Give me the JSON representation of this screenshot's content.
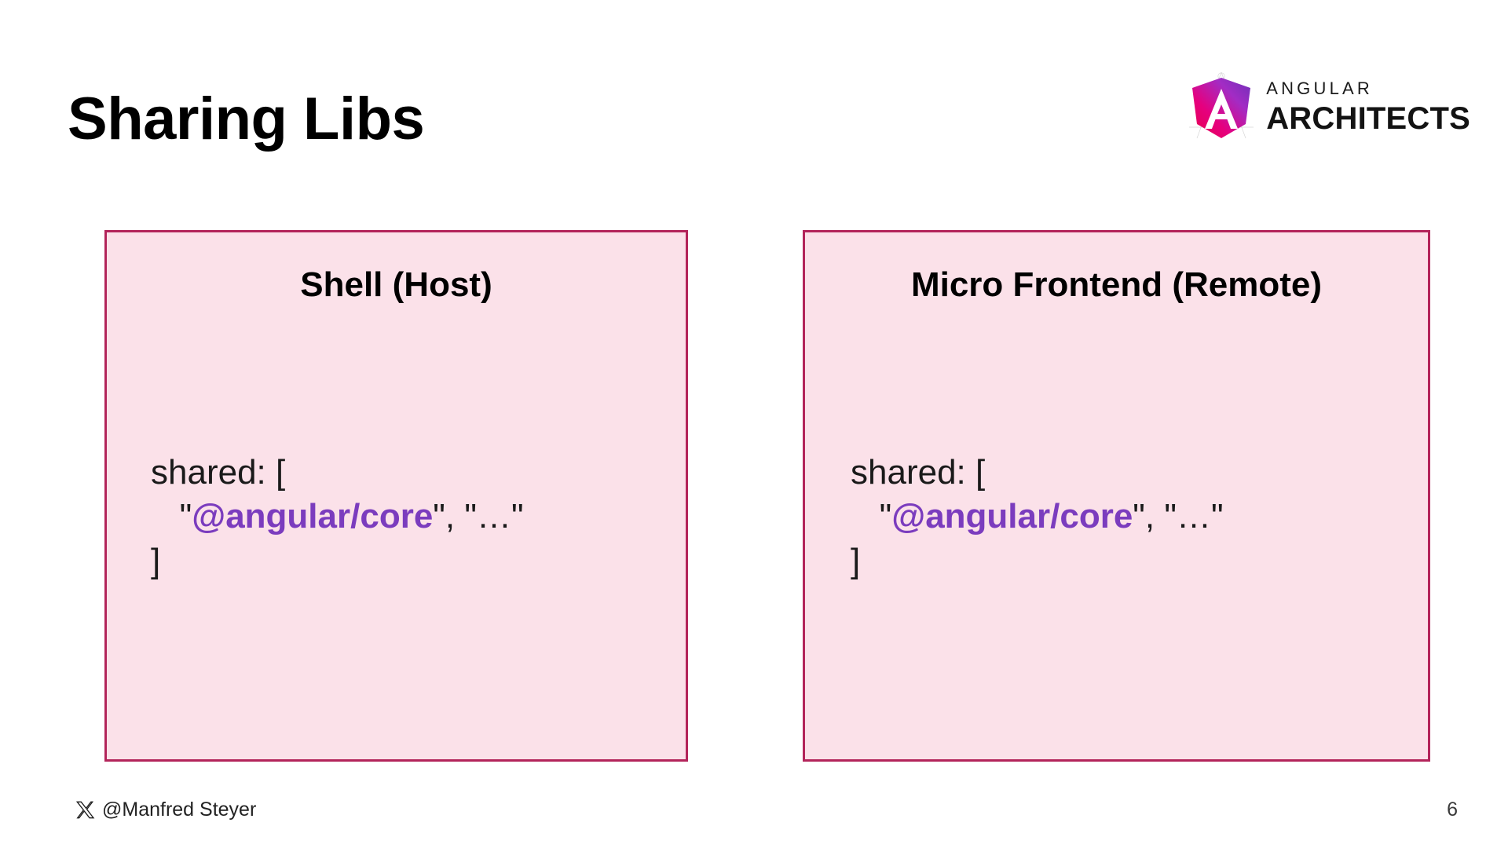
{
  "slide": {
    "title": "Sharing Libs",
    "page_number": "6",
    "background_color": "#ffffff"
  },
  "logo": {
    "name": "angular-architects-logo",
    "line1": "ANGULAR",
    "line2": "ARCHITECTS",
    "mark_colors": {
      "magenta": "#e6007e",
      "crimson": "#e5004c",
      "purple": "#8b2fc9",
      "violet": "#6d2fb8"
    }
  },
  "panels": [
    {
      "id": "shell-host",
      "heading": "Shell (Host)",
      "code": {
        "line1": "shared: [",
        "line2_prefix": "   \"",
        "line2_package": "@angular/core",
        "line2_suffix": "\", \"…\"",
        "line3": "]"
      },
      "fill_color": "#fbe1e9",
      "border_color": "#b3245a"
    },
    {
      "id": "micro-frontend-remote",
      "heading": "Micro Frontend (Remote)",
      "code": {
        "line1": "shared: [",
        "line2_prefix": "   \"",
        "line2_package": "@angular/core",
        "line2_suffix": "\", \"…\"",
        "line3": "]"
      },
      "fill_color": "#fbe1e9",
      "border_color": "#b3245a"
    }
  ],
  "footer": {
    "handle": "@Manfred Steyer",
    "icon": "x-twitter-icon"
  },
  "accent_colors": {
    "package_text": "#7b3cbe",
    "panel_border": "#b3245a",
    "panel_fill": "#fbe1e9"
  }
}
